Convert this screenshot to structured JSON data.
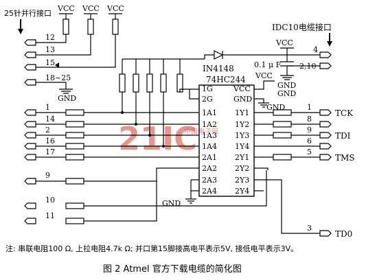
{
  "labels": {
    "left_connector": "25针并行接口",
    "right_connector": "IDC10电缆接口",
    "vcc": "VCC",
    "gnd": "GND",
    "diode": "IN4148",
    "chip": "74HC244",
    "cap": "0.1 μ F",
    "pin_12": "12",
    "pin_13": "13",
    "pin_15": "15",
    "pin_18_25": "18~25",
    "pin_1": "1",
    "pin_14": "14",
    "pin_2": "2",
    "pin_16": "16",
    "pin_17": "17",
    "pin_9": "9",
    "pin_10": "10",
    "pin_11": "11",
    "rpin_4": "4",
    "rpin_2_10": "2,10",
    "rpin_1": "1",
    "rpin_8": "8",
    "rpin_9": "9",
    "rpin_6": "6",
    "rpin_5": "5",
    "rpin_3": "3",
    "tck": "TCK",
    "tdi": "TDI",
    "tms": "TMS",
    "td0": "TD0",
    "chip_1g": "1G",
    "chip_2g": "2G",
    "chip_vcc": "VCC",
    "chip_gnd": "GND",
    "chip_1a1": "1A1",
    "chip_1a2": "1A2",
    "chip_1a3": "1A3",
    "chip_1a4": "1A4",
    "chip_2a1": "2A1",
    "chip_2a2": "2A2",
    "chip_2a3": "2A3",
    "chip_2a4": "2A4",
    "chip_1y1": "1Y1",
    "chip_1y2": "1Y2",
    "chip_1y3": "1Y3",
    "chip_1y4": "1Y4",
    "chip_2y1": "2Y1",
    "chip_2y2": "2Y2",
    "chip_2y3": "2Y3",
    "chip_2y4": "2Y4",
    "note": "注: 串联电阻100 Ω, 上拉电阻4.7k Ω; 并口第15脚接高电平表示5V, 接低电平表示3V。",
    "caption": "图 2   Atmel 官方下载电缆的简化图",
    "watermark": "21IC",
    "watermark_sub": "中国电子网"
  }
}
